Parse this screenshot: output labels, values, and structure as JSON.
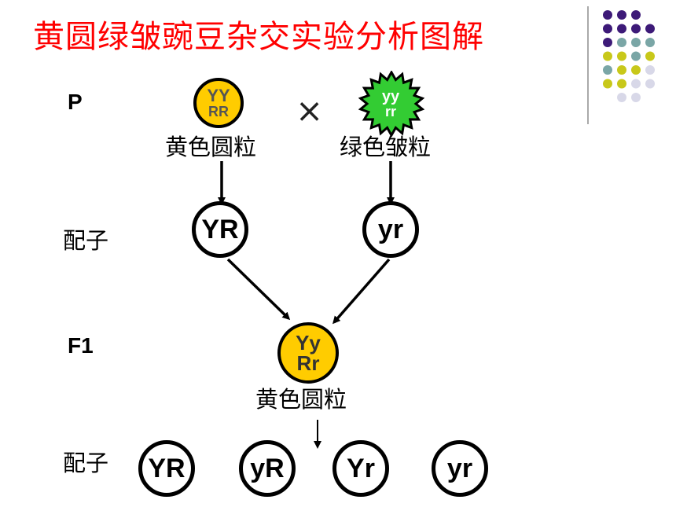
{
  "title": "黄圆绿皱豌豆杂交实验分析图解",
  "labels": {
    "p": "P",
    "gamete1": "配子",
    "f1": "F1",
    "gamete2": "配子",
    "cross_symbol": "×"
  },
  "parents": {
    "yellow_round": {
      "genotype_top": "YY",
      "genotype_bottom": "RR",
      "caption": "黄色圆粒",
      "color": "#ffcc00"
    },
    "green_wrinkled": {
      "genotype_top": "yy",
      "genotype_bottom": "rr",
      "caption": "绿色皱粒",
      "color": "#33cc33"
    }
  },
  "parent_gametes": [
    "YR",
    "yr"
  ],
  "f1": {
    "genotype_top": "Yy",
    "genotype_bottom": "Rr",
    "caption": "黄色圆粒",
    "color": "#ffcc00"
  },
  "f1_gametes": [
    "YR",
    "yR",
    "Yr",
    "yr"
  ],
  "colors": {
    "title": "#ff0000",
    "yellow": "#ffcc00",
    "green": "#33cc33",
    "dot_purple": "#3d1a78",
    "dot_teal": "#7aa6a6",
    "dot_lime": "#c8c81a",
    "dot_lavender": "#d8d8e8"
  }
}
